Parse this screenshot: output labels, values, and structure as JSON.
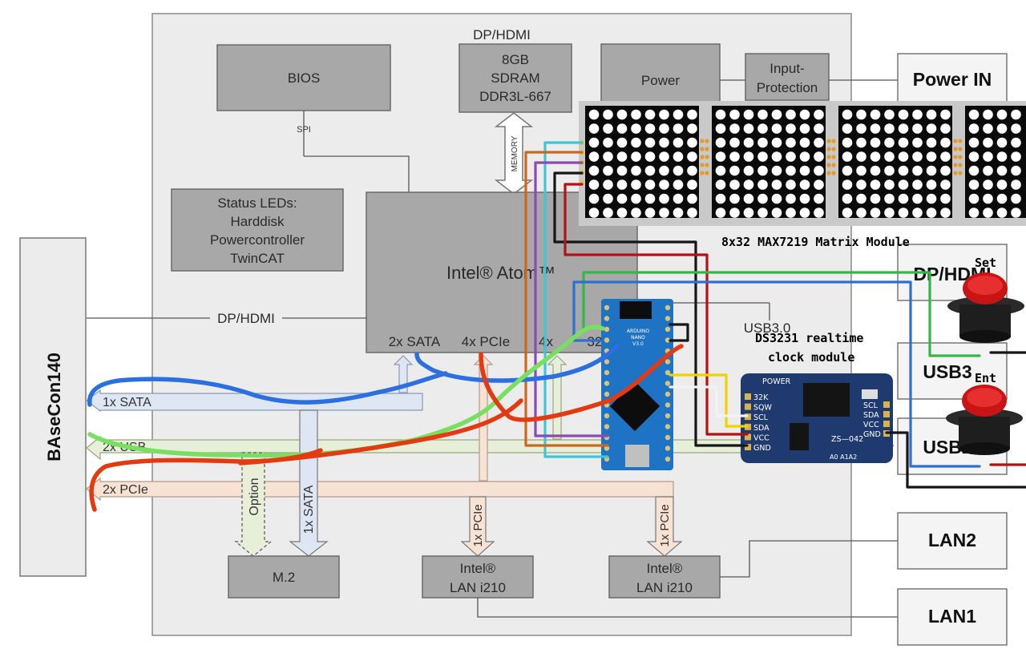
{
  "diagram": {
    "blocks": {
      "bios": "BIOS",
      "spi": "SPI",
      "ram_top": "DP/HDMI",
      "ram_lines": [
        "8GB",
        "SDRAM",
        "DDR3L-667"
      ],
      "memory": "MEMORY",
      "power": "Power",
      "input_protection": [
        "Input-",
        "Protection"
      ],
      "power_in": "Power IN",
      "status_leds": [
        "Status LEDs:",
        "Harddisk",
        "Powercontroller",
        "TwinCAT"
      ],
      "cpu": "Intel® Atom™",
      "cpu_ports": [
        "2x SATA",
        "4x PCIe",
        "4x",
        "32"
      ],
      "dp_hdmi_link": "DP/HDMI",
      "basecon": "BAseCon140",
      "dp_hdmi_right": "DP/HDMI",
      "usb30": "USB3.0",
      "usb3": "USB3",
      "usb2": "USB2",
      "sata_bus": "1x SATA",
      "usb_bus": "2x USB",
      "pcie_bus": "2x PCIe",
      "option": "Option",
      "sata_vertical": "1x SATA",
      "pcie_v1": "1x PCIe",
      "pcie_v2": "1x PCIe",
      "m2": "M.2",
      "lan_chip_1": [
        "Intel®",
        "LAN i210"
      ],
      "lan_chip_2": [
        "Intel®",
        "LAN i210"
      ],
      "lan2": "LAN2",
      "lan1": "LAN1"
    },
    "annotations": {
      "matrix": "8x32 MAX7219 Matrix Module",
      "rtc": [
        "DS3231 realtime",
        "clock module"
      ],
      "set_button": "Set",
      "ent_button": "Ent"
    },
    "rtc_pins_left": [
      "32K",
      "SQW",
      "SCL",
      "SDA",
      "VCC",
      "GND"
    ],
    "rtc_pins_right": [
      "SCL",
      "SDA",
      "VCC",
      "GND"
    ],
    "rtc_labels": {
      "power": "POWER",
      "model": "ZS—042",
      "addr": "A0 A1A2"
    },
    "arduino": {
      "name": [
        "ARDUINO",
        "NANO",
        "V3.0"
      ]
    }
  }
}
